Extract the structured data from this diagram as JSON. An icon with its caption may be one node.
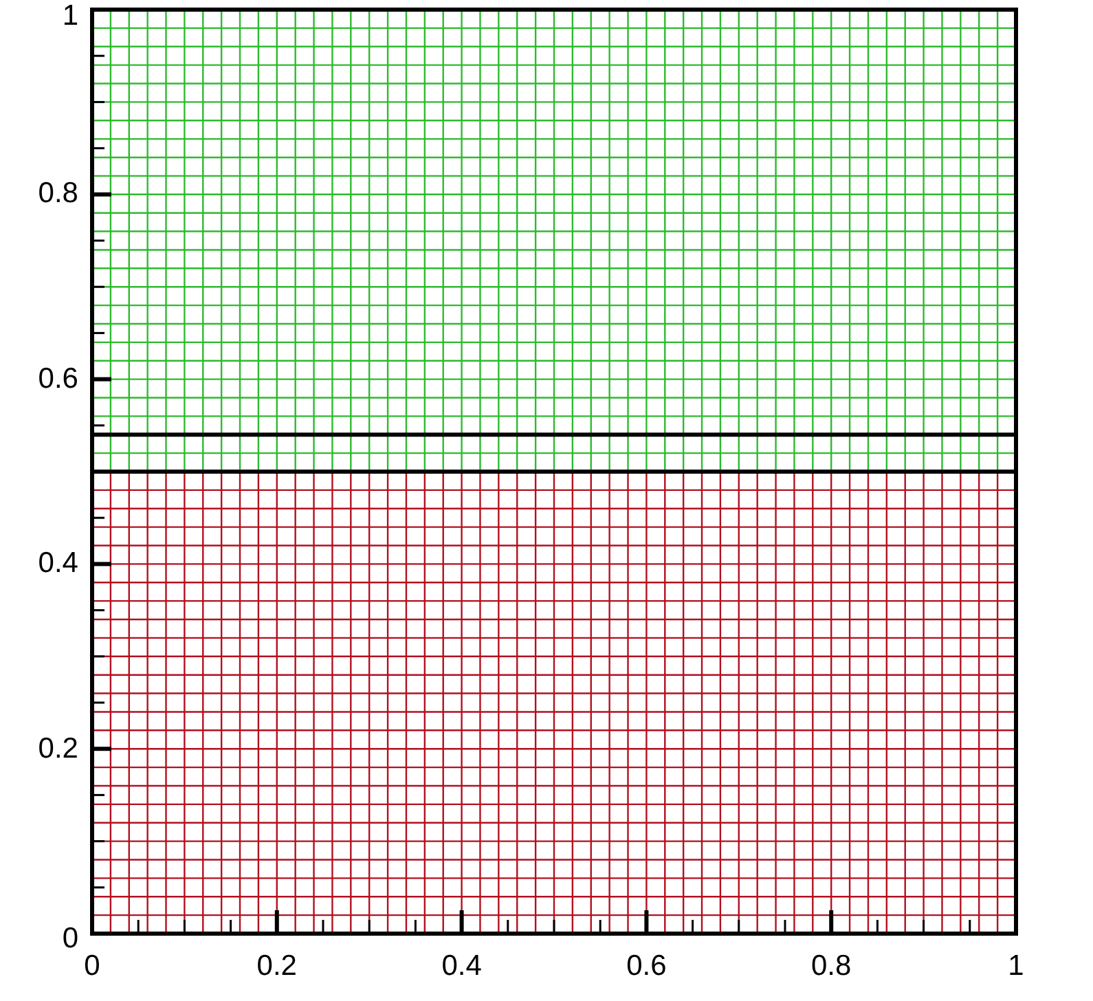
{
  "diagram": {
    "labels": [
      "1",
      "0.8",
      "0.6",
      "0.4",
      "0.2",
      "0",
      "0",
      "0.2",
      "0.4",
      "0.6",
      "0.8",
      "1"
    ]
  }
}
